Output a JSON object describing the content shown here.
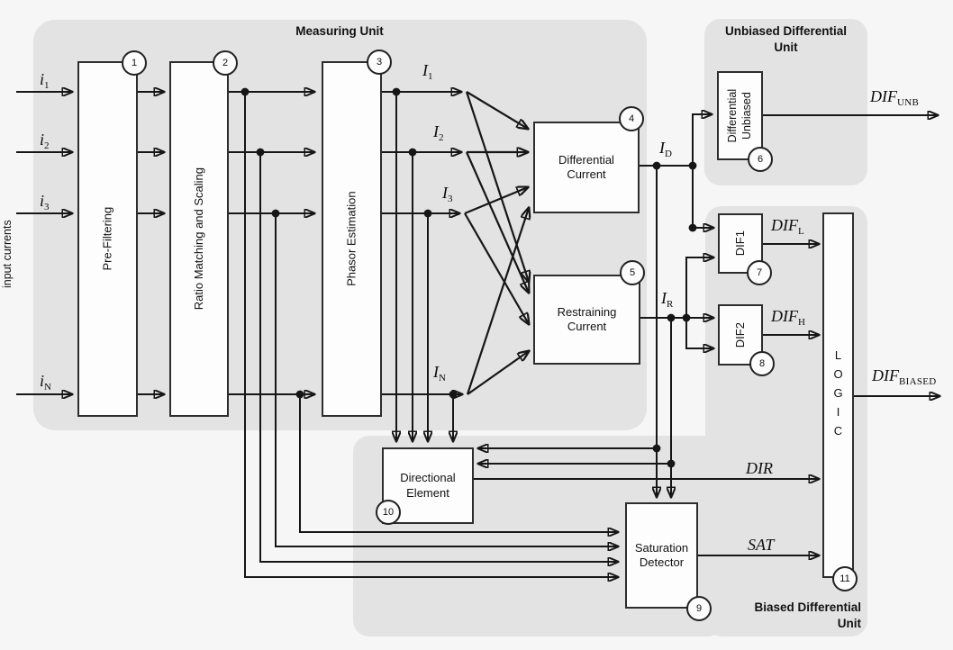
{
  "colors": {
    "canvas_bg": "#f6f6f6",
    "region_fill": "#e3e3e3",
    "block_fill": "#fdfdfd",
    "line_color": "#161616"
  },
  "regions": {
    "measuring": {
      "title": "Measuring Unit"
    },
    "unbiased": {
      "title_line1": "Unbiased Differential",
      "title_line2": "Unit"
    },
    "biased": {
      "title_line1": "Biased Differential",
      "title_line2": "Unit"
    }
  },
  "left_axis_label": "input currents",
  "blocks": {
    "pre_filtering": {
      "label": "Pre-Filtering",
      "number": "1"
    },
    "ratio_matching": {
      "label": "Ratio Matching and Scaling",
      "number": "2"
    },
    "phasor_estimation": {
      "label": "Phasor Estimation",
      "number": "3"
    },
    "differential_current": {
      "label_line1": "Differential",
      "label_line2": "Current",
      "number": "4"
    },
    "restraining_current": {
      "label_line1": "Restraining",
      "label_line2": "Current",
      "number": "5"
    },
    "differential_unbiased": {
      "label_line1": "Differential",
      "label_line2": "Unbiased",
      "number": "6"
    },
    "dif1": {
      "label": "DIF1",
      "number": "7"
    },
    "dif2": {
      "label": "DIF2",
      "number": "8"
    },
    "saturation_detector": {
      "label_line1": "Saturation",
      "label_line2": "Detector",
      "number": "9"
    },
    "directional_element": {
      "label_line1": "Directional",
      "label_line2": "Element",
      "number": "10"
    },
    "logic": {
      "label": "LOGIC",
      "number": "11"
    }
  },
  "signals": {
    "i1": {
      "main": "i",
      "sub": "1"
    },
    "i2": {
      "main": "i",
      "sub": "2"
    },
    "i3": {
      "main": "i",
      "sub": "3"
    },
    "iN": {
      "main": "i",
      "sub": "N"
    },
    "I1": {
      "main": "I",
      "sub": "1"
    },
    "I2": {
      "main": "I",
      "sub": "2"
    },
    "I3": {
      "main": "I",
      "sub": "3"
    },
    "IN": {
      "main": "I",
      "sub": "N"
    },
    "ID": {
      "main": "I",
      "sub": "D"
    },
    "IR": {
      "main": "I",
      "sub": "R"
    },
    "dif_unb": {
      "main": "DIF",
      "sub": "UNB"
    },
    "dif_l": {
      "main": "DIF",
      "sub": "L"
    },
    "dif_h": {
      "main": "DIF",
      "sub": "H"
    },
    "dif_biased": {
      "main": "DIF",
      "sub": "BIASED"
    },
    "dir": {
      "main": "DIR",
      "sub": ""
    },
    "sat": {
      "main": "SAT",
      "sub": ""
    }
  }
}
